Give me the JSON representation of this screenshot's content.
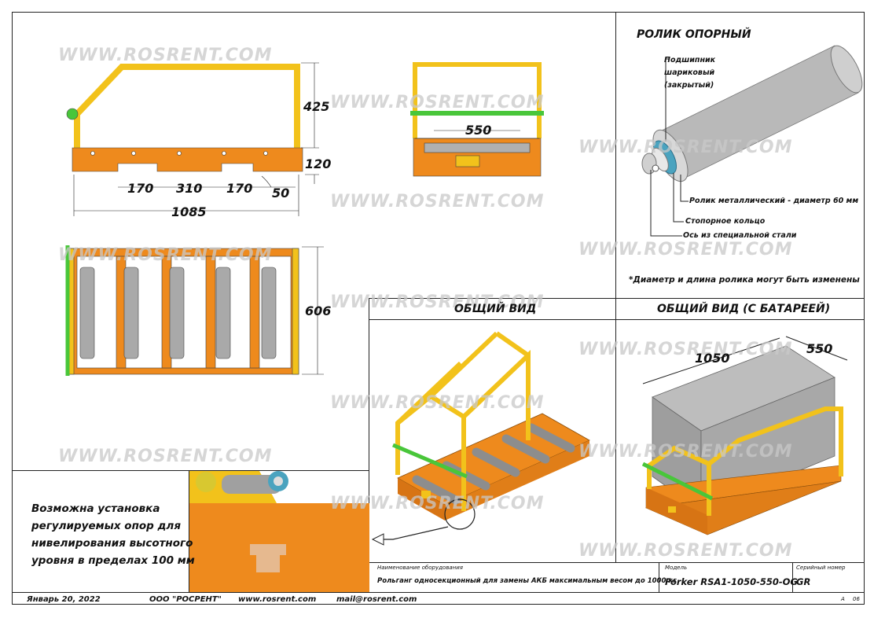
{
  "watermark": "WWW.ROSRENT.COM",
  "colors": {
    "frame": "#f2c21b",
    "base": "#ee8a1d",
    "handle": "#49c63a",
    "roller": "#a9a9a9",
    "line": "#222222"
  },
  "dimensions": {
    "d425": "425",
    "d120": "120",
    "d170a": "170",
    "d310": "310",
    "d170b": "170",
    "d50": "50",
    "d1085": "1085",
    "d550": "550",
    "d606": "606",
    "d1050": "1050",
    "d550iso": "550"
  },
  "roller_panel": {
    "title": "РОЛИК ОПОРНЫЙ",
    "bearing_label": [
      "Подшипник",
      "шариковый",
      "(закрытый)"
    ],
    "callouts": [
      "Ролик металлический - диаметр 60 мм",
      "Стопорное кольцо",
      "Ось из специальной стали"
    ],
    "note": "*Диаметр и длина ролика могут быть изменены"
  },
  "views": {
    "general": "ОБЩИЙ ВИД",
    "with_battery": "ОБЩИЙ ВИД (С БАТАРЕЕЙ)"
  },
  "leveling_note": [
    "Возможна установка",
    "регулируемых опор для",
    "нивелирования высотного",
    "уровня в пределах 100 мм"
  ],
  "title_block": {
    "name_header": "Наименование оборудования",
    "name_value": "Рольганг односекционный для замены АКБ максимальным весом до 1000 кг",
    "model_header": "Модель",
    "model_value": "Forker RSA1-1050-550-OG",
    "serial_header": "Серийный номер",
    "serial_value": "GR",
    "sheet_a": "А",
    "sheet_b": "06"
  },
  "footer": {
    "date": "Январь 20, 2022",
    "company": "ООО \"РОСРЕНТ\"",
    "website": "www.rosrent.com",
    "email": "mail@rosrent.com"
  }
}
